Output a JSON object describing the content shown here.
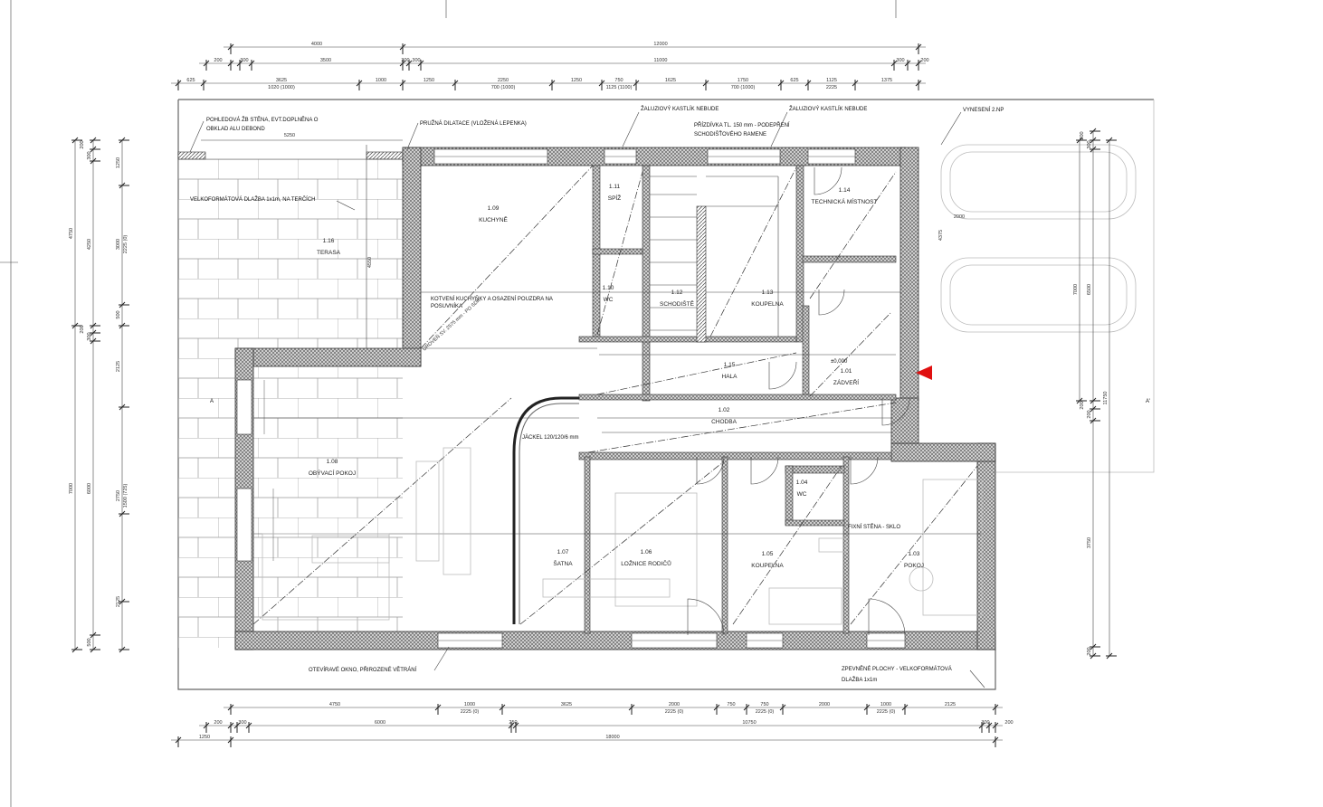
{
  "rooms": [
    {
      "num": "1.09",
      "name": "KUCHYNĚ"
    },
    {
      "num": "1.16",
      "name": "TERASA"
    },
    {
      "num": "1.11",
      "name": "SPÍŽ"
    },
    {
      "num": "1.10",
      "name": "WC"
    },
    {
      "num": "1.12",
      "name": "SCHODIŠTĚ"
    },
    {
      "num": "1.13",
      "name": "KOUPELNA"
    },
    {
      "num": "1.14",
      "name": "TECHNICKÁ MÍSTNOST"
    },
    {
      "num": "1.01",
      "name": "ZÁDVEŘÍ"
    },
    {
      "num": "1.15",
      "name": "HALA"
    },
    {
      "num": "1.02",
      "name": "CHODBA"
    },
    {
      "num": "1.08",
      "name": "OBÝVACÍ POKOJ"
    },
    {
      "num": "1.07",
      "name": "ŠATNA"
    },
    {
      "num": "1.06",
      "name": "LOŽNICE RODIČŮ"
    },
    {
      "num": "1.05",
      "name": "KOUPELNA"
    },
    {
      "num": "1.04",
      "name": "WC"
    },
    {
      "num": "1.03",
      "name": "POKOJ"
    }
  ],
  "notes": {
    "facade_wall_1": "POHLEDOVÁ ŽB STĚNA, EVT.DOPLNĚNA O",
    "facade_wall_2": "OBKLAD ALU DEBOND",
    "dilatation": "PRUŽNÁ DILATACE (VLOŽENÁ LEPENKA)",
    "terrace_tiles": "VELKOFORMÁTOVÁ DLAŽBA 1x1m, NA TERČÍCH",
    "blind_box_1": "ŽALUZIOVÝ KASTLÍK NEBUDE",
    "blind_box_2": "ŽALUZIOVÝ KASTLÍK NEBUDE",
    "stair_wall_1": "PŘÍZDÍVKA TL. 150 mm - PODEPŘENÍ",
    "stair_wall_2": "SCHODIŠŤOVÉHO RAMENE",
    "upper_floor": "VYNESENÍ 2.NP",
    "kitchen_anchor_1": "KOTVENÍ KUCHYŇKY A OSAZENÍ POUZDRA NA",
    "kitchen_anchor_2": "POSUVNÍKA",
    "jackel": "JÄCKEL 120/120/6 mm",
    "window_note": "OTEVÍRAVÉ OKNO, PŘIROZENÉ VĚTRÁNÍ",
    "paving_1": "ZPEVNĚNÉ PLOCHY - VELKOFORMÁTOVÁ",
    "paving_2": "DLAŽBA 1x1m",
    "fixed_glass": "FIXNÍ STĚNA - SKLO",
    "level": "±0,000",
    "floor_level": "ÚROVEŇ SV. 2575 mm - PO SDK",
    "section_a": "A",
    "section_a2": "A'",
    "terrace_width": "5250",
    "terrace_height": "4550",
    "parking_width": "2000",
    "parking_height": "4375"
  },
  "dimensions": {
    "top": [
      "4000",
      "12000",
      "200",
      "300",
      "3500",
      "300",
      "300",
      "11000",
      "300",
      "200",
      "625",
      "3625",
      "1020 (1000)",
      "1000",
      "1250",
      "2250",
      "700 (1000)",
      "1250",
      "750",
      "1125 (1100)",
      "1625",
      "1750",
      "700 (1000)",
      "625",
      "1125",
      "2225",
      "1375"
    ],
    "bottom": [
      "4750",
      "1000",
      "2225 (0)",
      "3625",
      "2000",
      "2225 (0)",
      "750",
      "750",
      "2225 (0)",
      "2000",
      "1000",
      "2225 (0)",
      "2125",
      "200",
      "300",
      "6000",
      "250",
      "10750",
      "300",
      "200",
      "1250",
      "18000"
    ],
    "left": [
      "4750",
      "7000",
      "200",
      "300",
      "4250",
      "200",
      "300",
      "6000",
      "500",
      "1250",
      "3000",
      "2225 (0)",
      "500",
      "2125",
      "2750",
      "1500 (725)",
      "2125"
    ],
    "right": [
      "7000",
      "200",
      "300",
      "6500",
      "200",
      "200",
      "3750",
      "200",
      "11750"
    ]
  },
  "colors": {
    "marker": "#e01010",
    "wall_hatch": "#555555"
  }
}
